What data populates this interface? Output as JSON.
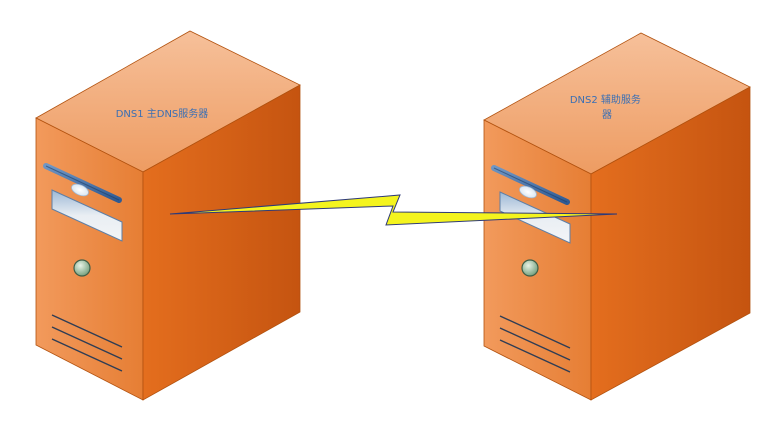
{
  "servers": [
    {
      "label_lines": [
        "DNS1 主DNS服务器"
      ]
    },
    {
      "label_lines": [
        "DNS2  辅助服务",
        "器"
      ]
    }
  ],
  "colors": {
    "top_light": "#F6C09A",
    "top_dark": "#EE9C62",
    "front_light": "#F29A5C",
    "front_dark": "#E67E34",
    "side_light": "#E46E1E",
    "side_dark": "#C55410",
    "outline": "#B2520F",
    "label": "#3A6FB4",
    "link_fill": "#F4F41E",
    "link_stroke": "#2E3A78"
  }
}
